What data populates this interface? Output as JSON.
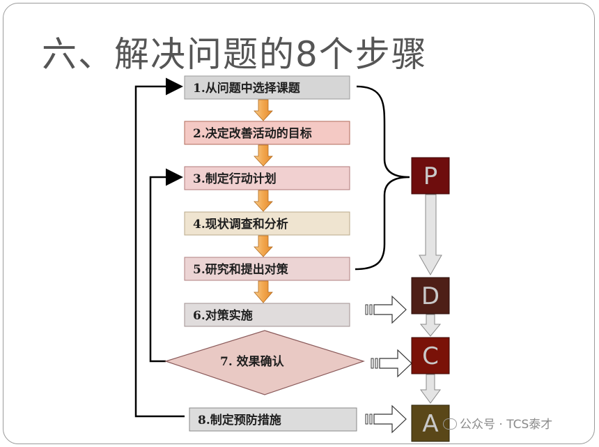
{
  "title": "六、解决问题的8个步骤",
  "steps": [
    {
      "label": "1.从问题中选择课题",
      "fill": "#d6d6d6"
    },
    {
      "label": "2.决定改善活动的目标",
      "fill": "#f4c9c4"
    },
    {
      "label": "3.制定行动计划",
      "fill": "#f1d0d0"
    },
    {
      "label": "4.现状调查和分析",
      "fill": "#efe4d0"
    },
    {
      "label": "5.研究和提出对策",
      "fill": "#ecd4d4"
    },
    {
      "label": "6.对策实施",
      "fill": "#e0dcdc"
    },
    {
      "label": "7. 效果确认",
      "fill": "#e9c9c4"
    },
    {
      "label": "8.制定预防措施",
      "fill": "#dcdcdc"
    }
  ],
  "pdca": [
    {
      "letter": "P",
      "color": "#6e0d0d"
    },
    {
      "letter": "D",
      "color": "#4e1f17"
    },
    {
      "letter": "C",
      "color": "#7a1208"
    },
    {
      "letter": "A",
      "color": "#5a4718"
    }
  ],
  "watermark": "公众号 · TCS泰才"
}
